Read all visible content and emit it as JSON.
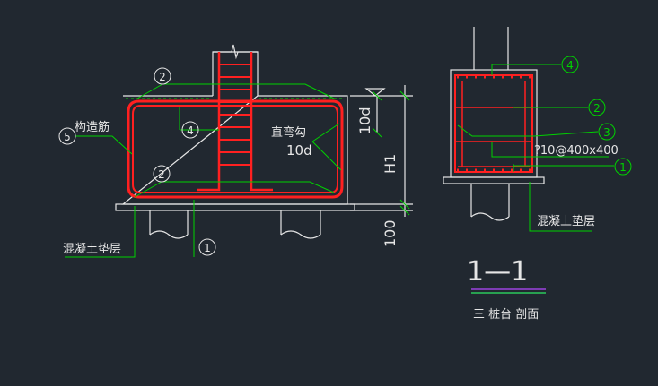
{
  "colors": {
    "background": "#212830",
    "outline": "#e6e6e6",
    "rebar": "#ff2020",
    "leader": "#00d200",
    "title_underline_1": "#7d3cb4",
    "title_underline_2": "#28a050"
  },
  "section": {
    "labels": {
      "constructional_rebar": "构造筋",
      "straight_hook": "直弯勾",
      "hook_length": "10d",
      "concrete_cushion": "混凝土垫层",
      "stirrup_spec": "?10@400x400",
      "concrete_cushion_right": "混凝土垫层"
    },
    "markers": {
      "m2_top": "2",
      "m2_bottom": "2",
      "m4_center": "4",
      "m5": "5",
      "m1": "1",
      "r4": "4",
      "r2": "2",
      "r3": "3",
      "r1": "1"
    },
    "dimensions": {
      "d_10d": "10d",
      "d_h1": "H1",
      "d_100": "100"
    }
  },
  "title": {
    "section_id": "1—1",
    "caption": "三 桩台 剖面"
  }
}
